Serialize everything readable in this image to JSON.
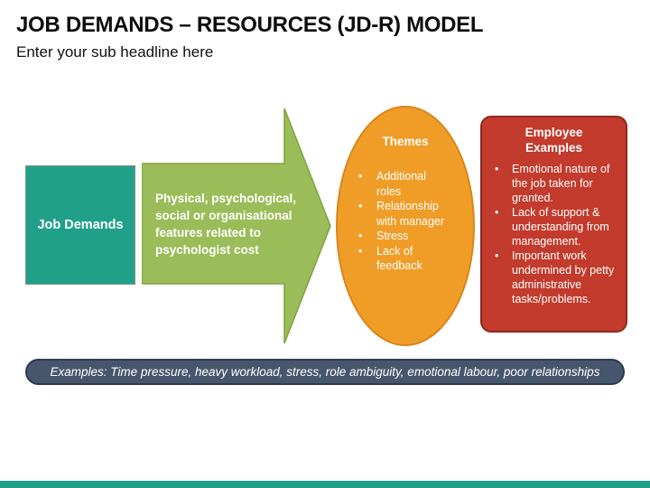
{
  "slide": {
    "title": "JOB DEMANDS – RESOURCES (JD-R) MODEL",
    "subtitle": "Enter your sub headline here"
  },
  "job_demands": {
    "label": "Job Demands"
  },
  "arrow": {
    "text": "Physical, psychological,\nsocial or organisational\nfeatures related to\npsychologist cost"
  },
  "themes": {
    "heading": "Themes",
    "items": [
      "Additional roles",
      "Relationship with manager",
      "Stress",
      "Lack of feedback"
    ]
  },
  "employee_examples": {
    "heading": "Employee\nExamples",
    "items": [
      "Emotional nature of the job taken for granted.",
      "Lack of support & understanding from management.",
      "Important work undermined by petty administrative tasks/problems."
    ]
  },
  "examples_bar": {
    "text": "Examples: Time pressure, heavy workload, stress, role ambiguity, emotional labour, poor relationships"
  },
  "colors": {
    "teal": "#21A089",
    "arrow_green": "#9BBD59",
    "arrow_green_border": "#7FA23E",
    "orange": "#F09D28",
    "orange_border": "#D8861B",
    "red": "#C23B2C",
    "red_border": "#8E2A20",
    "bar_slate": "#48566D",
    "bar_slate_border": "#2E3A4E",
    "title_text": "#0D0D0D",
    "shape_text": "#FFFFFF"
  }
}
